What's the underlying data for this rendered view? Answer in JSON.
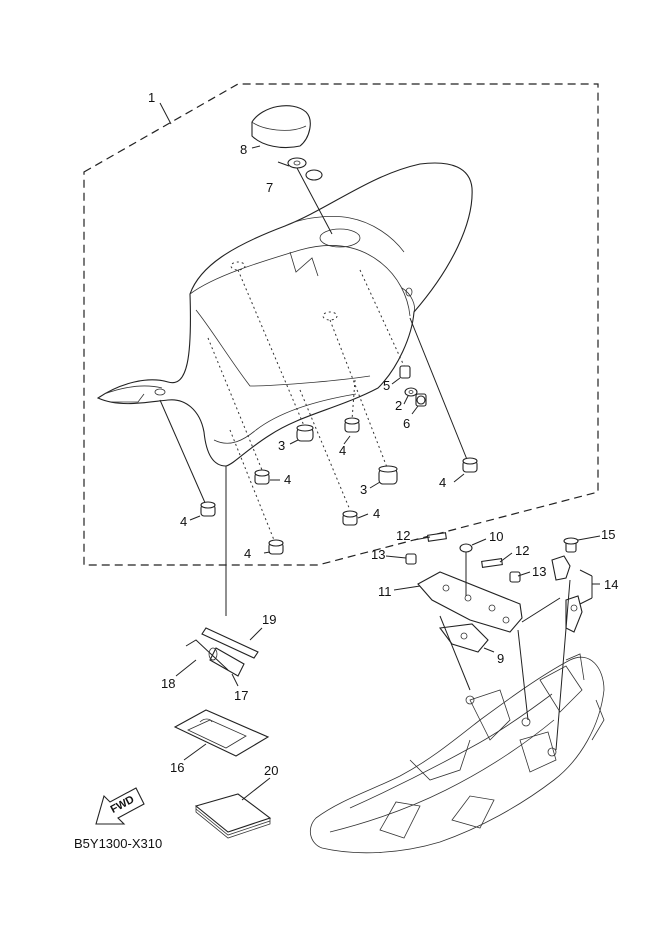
{
  "diagram": {
    "drawing_code": "B5Y1300-X310",
    "fwd_label": "FWD",
    "callouts": {
      "c1": "1",
      "c2": "2",
      "c3a": "3",
      "c3b": "3",
      "c4a": "4",
      "c4b": "4",
      "c4c": "4",
      "c4d": "4",
      "c4e": "4",
      "c4f": "4",
      "c5": "5",
      "c6": "6",
      "c7": "7",
      "c8": "8",
      "c9": "9",
      "c10": "10",
      "c11": "11",
      "c12a": "12",
      "c12b": "12",
      "c13a": "13",
      "c13b": "13",
      "c14": "14",
      "c15": "15",
      "c16": "16",
      "c17": "17",
      "c18": "18",
      "c19": "19",
      "c20": "20"
    }
  }
}
